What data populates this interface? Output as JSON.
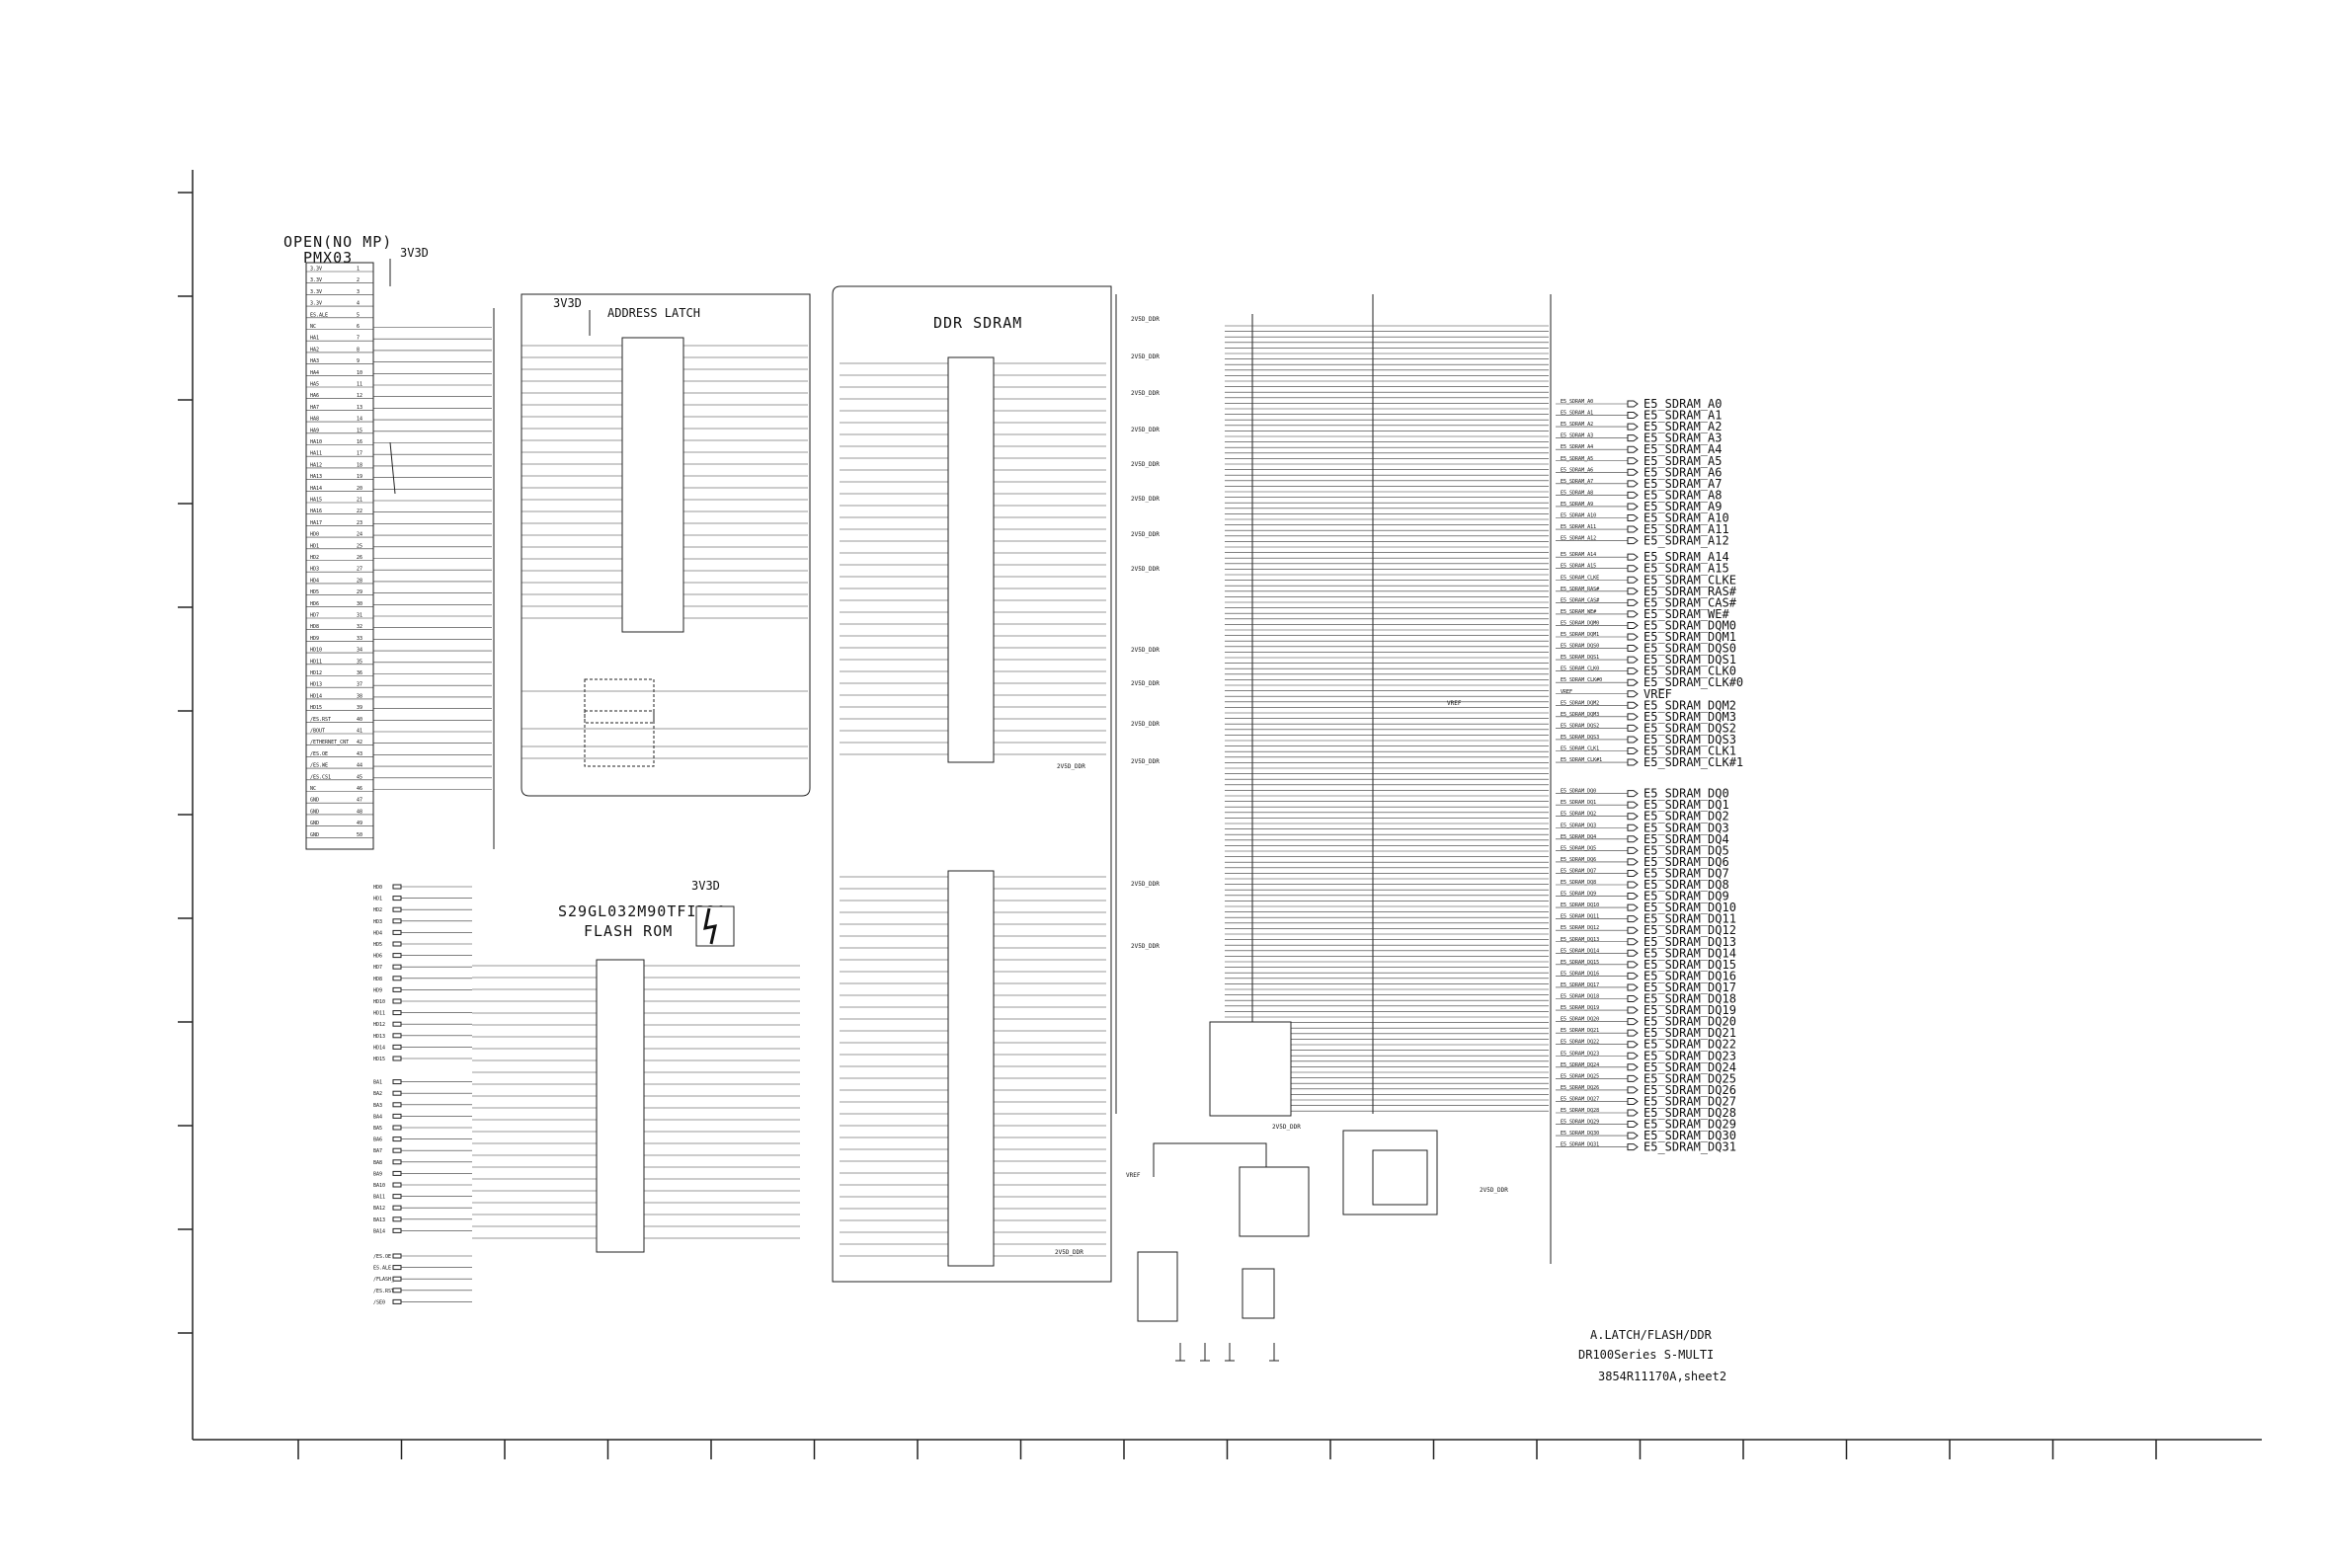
{
  "titles": {
    "opening_header": "OPEN(NO MP)",
    "opening_ref": "PMX03",
    "latch_title": "ADDRESS LATCH",
    "ddr_title": "DDR SDRAM",
    "flash_part": "S29GL032M90TFIR30",
    "flash_title": "FLASH ROM"
  },
  "power": {
    "v3": "3V3D",
    "v25": "2V5D_DDR",
    "vref": "VREF"
  },
  "title_block": {
    "line1": "A.LATCH/FLASH/DDR",
    "line2": "DR100Series S-MULTI",
    "line3": "3854R11170A,sheet2"
  },
  "connector_pins": [
    "3.3V",
    "3.3V",
    "3.3V",
    "3.3V",
    "ES.ALE",
    "NC",
    "HA1",
    "HA2",
    "HA3",
    "HA4",
    "HA5",
    "HA6",
    "HA7",
    "HA8",
    "HA9",
    "HA10",
    "HA11",
    "HA12",
    "HA13",
    "HA14",
    "HA15",
    "HA16",
    "HA17",
    "HD0",
    "HD1",
    "HD2",
    "HD3",
    "HD4",
    "HD5",
    "HD6",
    "HD7",
    "HD8",
    "HD9",
    "HD10",
    "HD11",
    "HD12",
    "HD13",
    "HD14",
    "HD15",
    "/ES.RST",
    "/BOUT",
    "/ETHERNET_CNT",
    "/ES.OE",
    "/ES.WE",
    "/ES.CS1",
    "NC",
    "GND",
    "GND",
    "GND",
    "GND"
  ],
  "flash_inputs": [
    "HD0",
    "HD1",
    "HD2",
    "HD3",
    "HD4",
    "HD5",
    "HD6",
    "HD7",
    "HD8",
    "HD9",
    "HD10",
    "HD11",
    "HD12",
    "HD13",
    "HD14",
    "HD15",
    "BA1",
    "BA2",
    "BA3",
    "BA4",
    "BA5",
    "BA6",
    "BA7",
    "BA8",
    "BA9",
    "BA10",
    "BA11",
    "BA12",
    "BA13",
    "BA14",
    "/ES.OE",
    "ES.ALE",
    "/FLASH_WE",
    "/ES.RST",
    "/SE0"
  ],
  "output_nets": [
    "E5_SDRAM_A0",
    "E5_SDRAM_A1",
    "E5_SDRAM_A2",
    "E5_SDRAM_A3",
    "E5_SDRAM_A4",
    "E5_SDRAM_A5",
    "E5_SDRAM_A6",
    "E5_SDRAM_A7",
    "E5_SDRAM_A8",
    "E5_SDRAM_A9",
    "E5_SDRAM_A10",
    "E5_SDRAM_A11",
    "E5_SDRAM_A12",
    "E5_SDRAM_A14",
    "E5_SDRAM_A15",
    "E5_SDRAM_CLKE",
    "E5_SDRAM_RAS#",
    "E5_SDRAM_CAS#",
    "E5_SDRAM_WE#",
    "E5_SDRAM_DQM0",
    "E5_SDRAM_DQM1",
    "E5_SDRAM_DQS0",
    "E5_SDRAM_DQS1",
    "E5_SDRAM_CLK0",
    "E5_SDRAM_CLK#0",
    "VREF",
    "E5_SDRAM_DQM2",
    "E5_SDRAM_DQM3",
    "E5_SDRAM_DQS2",
    "E5_SDRAM_DQS3",
    "E5_SDRAM_CLK1",
    "E5_SDRAM_CLK#1",
    "E5_SDRAM_DQ0",
    "E5_SDRAM_DQ1",
    "E5_SDRAM_DQ2",
    "E5_SDRAM_DQ3",
    "E5_SDRAM_DQ4",
    "E5_SDRAM_DQ5",
    "E5_SDRAM_DQ6",
    "E5_SDRAM_DQ7",
    "E5_SDRAM_DQ8",
    "E5_SDRAM_DQ9",
    "E5_SDRAM_DQ10",
    "E5_SDRAM_DQ11",
    "E5_SDRAM_DQ12",
    "E5_SDRAM_DQ13",
    "E5_SDRAM_DQ14",
    "E5_SDRAM_DQ15",
    "E5_SDRAM_DQ16",
    "E5_SDRAM_DQ17",
    "E5_SDRAM_DQ18",
    "E5_SDRAM_DQ19",
    "E5_SDRAM_DQ20",
    "E5_SDRAM_DQ21",
    "E5_SDRAM_DQ22",
    "E5_SDRAM_DQ23",
    "E5_SDRAM_DQ24",
    "E5_SDRAM_DQ25",
    "E5_SDRAM_DQ26",
    "E5_SDRAM_DQ27",
    "E5_SDRAM_DQ28",
    "E5_SDRAM_DQ29",
    "E5_SDRAM_DQ30",
    "E5_SDRAM_DQ31"
  ]
}
